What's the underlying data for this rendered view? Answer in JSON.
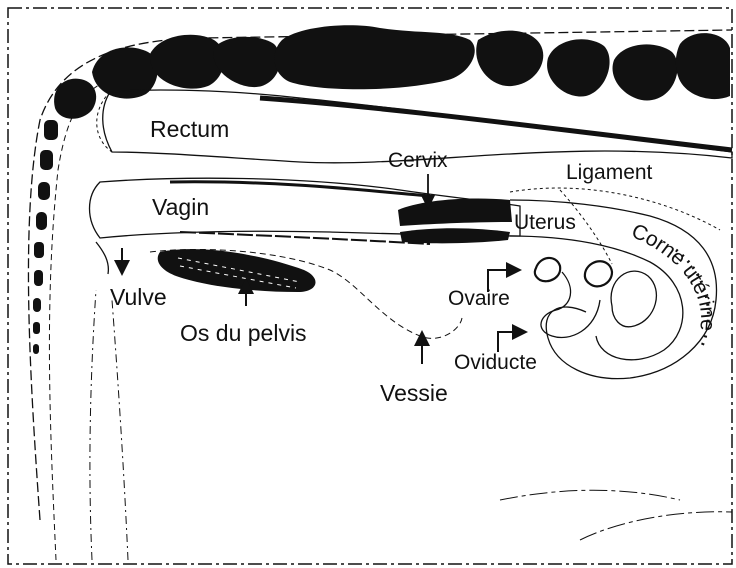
{
  "labels": {
    "rectum": "Rectum",
    "cervix": "Cervix",
    "ligament": "Ligament",
    "vagin": "Vagin",
    "uterus": "Uterus",
    "corne_uterine": "Corne utérine",
    "vulve": "Vulve",
    "ovaire": "Ovaire",
    "os_pelvis": "Os du pelvis",
    "oviducte": "Oviducte",
    "vessie": "Vessie"
  }
}
